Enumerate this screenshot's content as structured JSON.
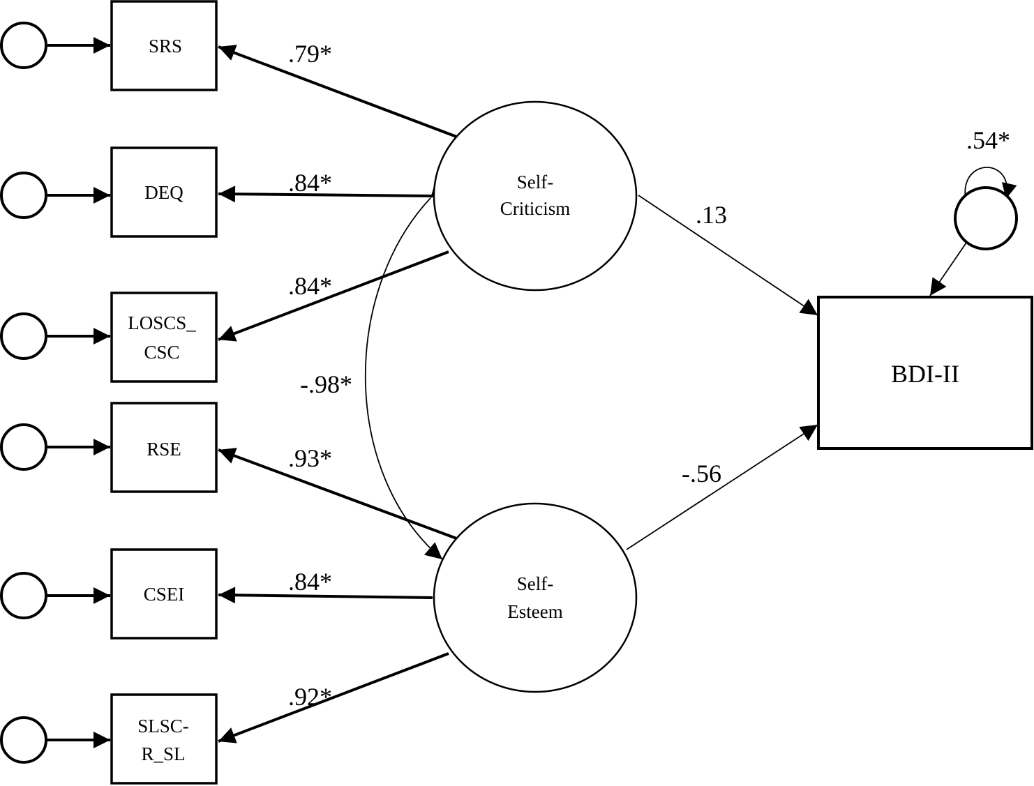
{
  "indicators": {
    "srs": "SRS",
    "deq": "DEQ",
    "loscs": [
      "LOSCS_",
      "CSC"
    ],
    "rse": "RSE",
    "csei": "CSEI",
    "slsc": [
      "SLSC-",
      "R_SL"
    ]
  },
  "latents": {
    "self_criticism": [
      "Self-",
      "Criticism"
    ],
    "self_esteem": [
      "Self-",
      "Esteem"
    ]
  },
  "outcome": {
    "label": "BDI-II"
  },
  "coefficients": {
    "srs_loading": ".79*",
    "deq_loading": ".84*",
    "loscs_loading": ".84*",
    "rse_loading": ".93*",
    "csei_loading": ".84*",
    "slsc_loading": ".92*",
    "latent_correlation": "-.98*",
    "self_criticism_to_bdi": ".13",
    "self_esteem_to_bdi": "-.56",
    "bdi_residual_variance": ".54*"
  }
}
